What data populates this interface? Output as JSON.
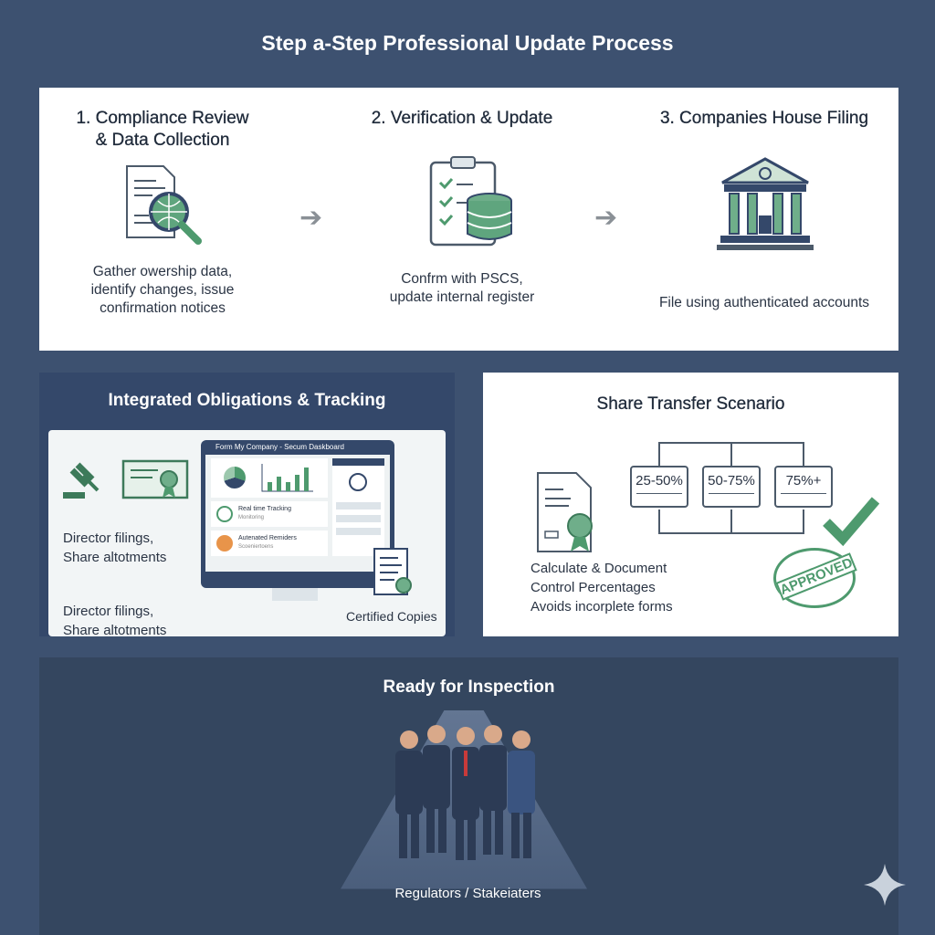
{
  "title": "Step a-Step Professional Update Process",
  "steps": [
    {
      "title_l1": "1. Compliance Review",
      "title_l2": "& Data Collection",
      "desc": [
        "Gather owership data,",
        "identify changes, issue",
        "confirmation notices"
      ]
    },
    {
      "title_l1": "2. Verification & Update",
      "desc": [
        "Confrm with PSCS,",
        "update internal register"
      ]
    },
    {
      "title_l1": "3. Companies House Filing",
      "desc": [
        "File using authenticated accounts"
      ]
    }
  ],
  "obligations": {
    "heading": "Integrated Obligations & Tracking",
    "list1": [
      "Director filings,",
      "Share altotments"
    ],
    "list2": [
      "Director filings,",
      "Share altotments"
    ],
    "dashboard": {
      "title": "Form My Company - Secum Daskboard",
      "item1": "Real time Tracking",
      "item1_sub": "Monitoring",
      "item2": "Autenated Remiders",
      "item2_sub": "Scoeniertoens"
    },
    "certified": "Certified Copies"
  },
  "share": {
    "heading": "Share Transfer Scenario",
    "ranges": [
      "25-50%",
      "50-75%",
      "75%+"
    ],
    "desc": [
      "Calculate & Document",
      "Control Percentages",
      "Avoids incorplete forms"
    ],
    "stamp": "APPROVED"
  },
  "inspection": {
    "heading": "Ready for Inspection",
    "caption": "Regulators / Stakeiaters"
  },
  "colors": {
    "bg": "#3d5170",
    "green": "#4e9a6e",
    "navy": "#34486a"
  }
}
